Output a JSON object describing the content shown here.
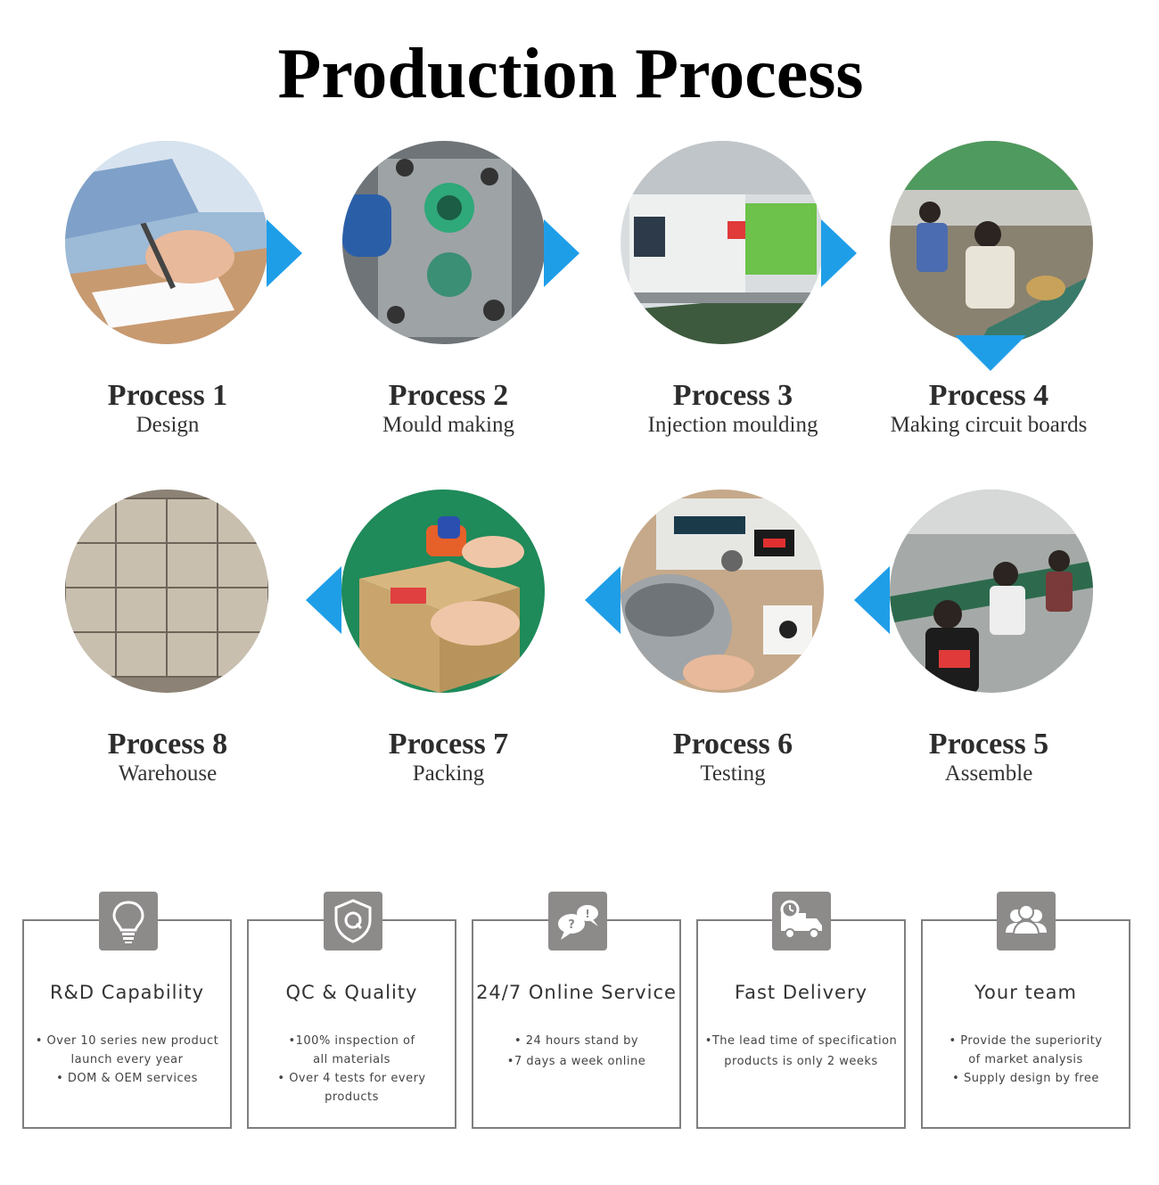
{
  "title": "Production Process",
  "processes": [
    {
      "name": "Process 1",
      "desc": "Design",
      "icon": "design-photo"
    },
    {
      "name": "Process 2",
      "desc": "Mould making",
      "icon": "mould-photo"
    },
    {
      "name": "Process 3",
      "desc": "Injection moulding",
      "icon": "injection-photo"
    },
    {
      "name": "Process 4",
      "desc": "Making circuit boards",
      "icon": "circuit-photo"
    },
    {
      "name": "Process 5",
      "desc": "Assemble",
      "icon": "assemble-photo"
    },
    {
      "name": "Process 6",
      "desc": "Testing",
      "icon": "testing-photo"
    },
    {
      "name": "Process 7",
      "desc": "Packing",
      "icon": "packing-photo"
    },
    {
      "name": "Process 8",
      "desc": "Warehouse",
      "icon": "warehouse-photo"
    }
  ],
  "features": [
    {
      "title": "R&D Capability",
      "icon": "lightbulb-icon",
      "lines": [
        "• Over 10 series new product",
        "launch every year",
        "• DOM & OEM services"
      ]
    },
    {
      "title": "QC & Quality",
      "icon": "shield-q-icon",
      "lines": [
        "•100% inspection of",
        "all materials",
        "• Over 4 tests for every products"
      ]
    },
    {
      "title": "24/7 Online Service",
      "icon": "chat-bubbles-icon",
      "lines": [
        "• 24 hours stand by",
        "•7 days a week online"
      ]
    },
    {
      "title": "Fast Delivery",
      "icon": "delivery-truck-icon",
      "lines": [
        "•The lead time of specification",
        "products is only 2 weeks"
      ]
    },
    {
      "title": "Your team",
      "icon": "team-icon",
      "lines": [
        "•  Provide the superiority",
        "of market analysis",
        "•  Supply design by free"
      ]
    }
  ],
  "colors": {
    "arrow": "#1f9ee8",
    "badge": "#8d8a8a",
    "border": "#7f7f7f"
  }
}
